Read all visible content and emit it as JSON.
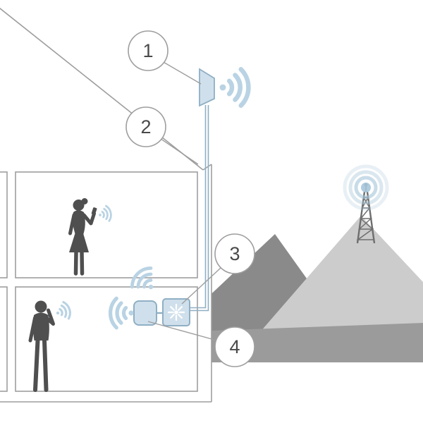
{
  "diagram": {
    "type": "signal-booster-installation-diagram",
    "callouts": [
      {
        "label": "1",
        "target": "outdoor-antenna"
      },
      {
        "label": "2",
        "target": "coax-cable"
      },
      {
        "label": "3",
        "target": "signal-booster"
      },
      {
        "label": "4",
        "target": "indoor-antenna"
      }
    ],
    "icons": {
      "outdoor_antenna": "outdoor-antenna-icon",
      "coax_cable": "coax-cable-line",
      "signal_booster": "booster-splash-icon",
      "indoor_antenna": "indoor-antenna-icon",
      "signal_waves": "signal-waves-icon",
      "cell_tower": "cell-tower-icon",
      "person_upper": "woman-on-phone-silhouette",
      "person_lower": "man-on-phone-silhouette"
    },
    "colors": {
      "signal_blue": "#b9d3e4",
      "device_fill": "#cfe0ec",
      "device_stroke": "#8fafc4",
      "outline": "#9e9e9e",
      "silhouette": "#4f4f4f",
      "mountain_dark": "#8a8a8a",
      "mountain_light": "#cccccc",
      "mountain_mid": "#9b9b9b",
      "tower_gray": "#6e6e6e"
    }
  }
}
